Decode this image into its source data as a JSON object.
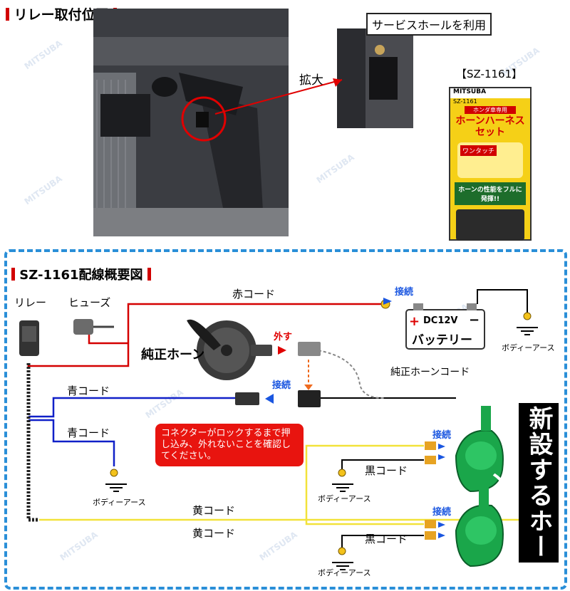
{
  "section1": {
    "title": "リレー取付位置"
  },
  "photo": {
    "callout": "サービスホールを利用",
    "zoom_label": "拡大"
  },
  "product": {
    "code_label": "【SZ-1161】",
    "package_brand": "MITSUBA",
    "package_code": "SZ-1161",
    "package_tag": "ホンダ車専用",
    "package_title": "ホーンハーネスセット",
    "package_badge": "ワンタッチ",
    "package_slogan": "ホーンの性能をフルに発揮!!"
  },
  "section2": {
    "title": "SZ-1161配線概要図"
  },
  "diagram": {
    "relay": "リレー",
    "fuse": "ヒューズ",
    "red_cord": "赤コード",
    "connect1": "接続",
    "battery_dc": "DC12V",
    "battery_name": "バッテリー",
    "battery_plus": "+",
    "battery_minus": "−",
    "body_earth1": "ボディーアース",
    "remove": "外す",
    "stock_horn": "純正ホーン",
    "stock_horn_cord": "純正ホーンコード",
    "blue_cord1": "青コード",
    "connect2": "接続",
    "note": "コネクターがロックするまで押し込み、外れないことを確認してください。",
    "blue_cord2": "青コード",
    "body_earth2": "ボディーアース",
    "connect3": "接続",
    "black_cord1": "黒コード",
    "body_earth3": "ボディーアース",
    "yellow_cord1": "黄コード",
    "yellow_cord2": "黄コード",
    "connect4": "接続",
    "black_cord2": "黒コード",
    "body_earth4": "ボディーアース",
    "new_horn": "新設するホーン"
  },
  "watermark": "MITSUBA",
  "colors": {
    "red": "#d40000",
    "blue": "#1020c8",
    "yellow": "#f2e23a",
    "frame": "#2a8fd8",
    "horn_green": "#1aa64a"
  }
}
